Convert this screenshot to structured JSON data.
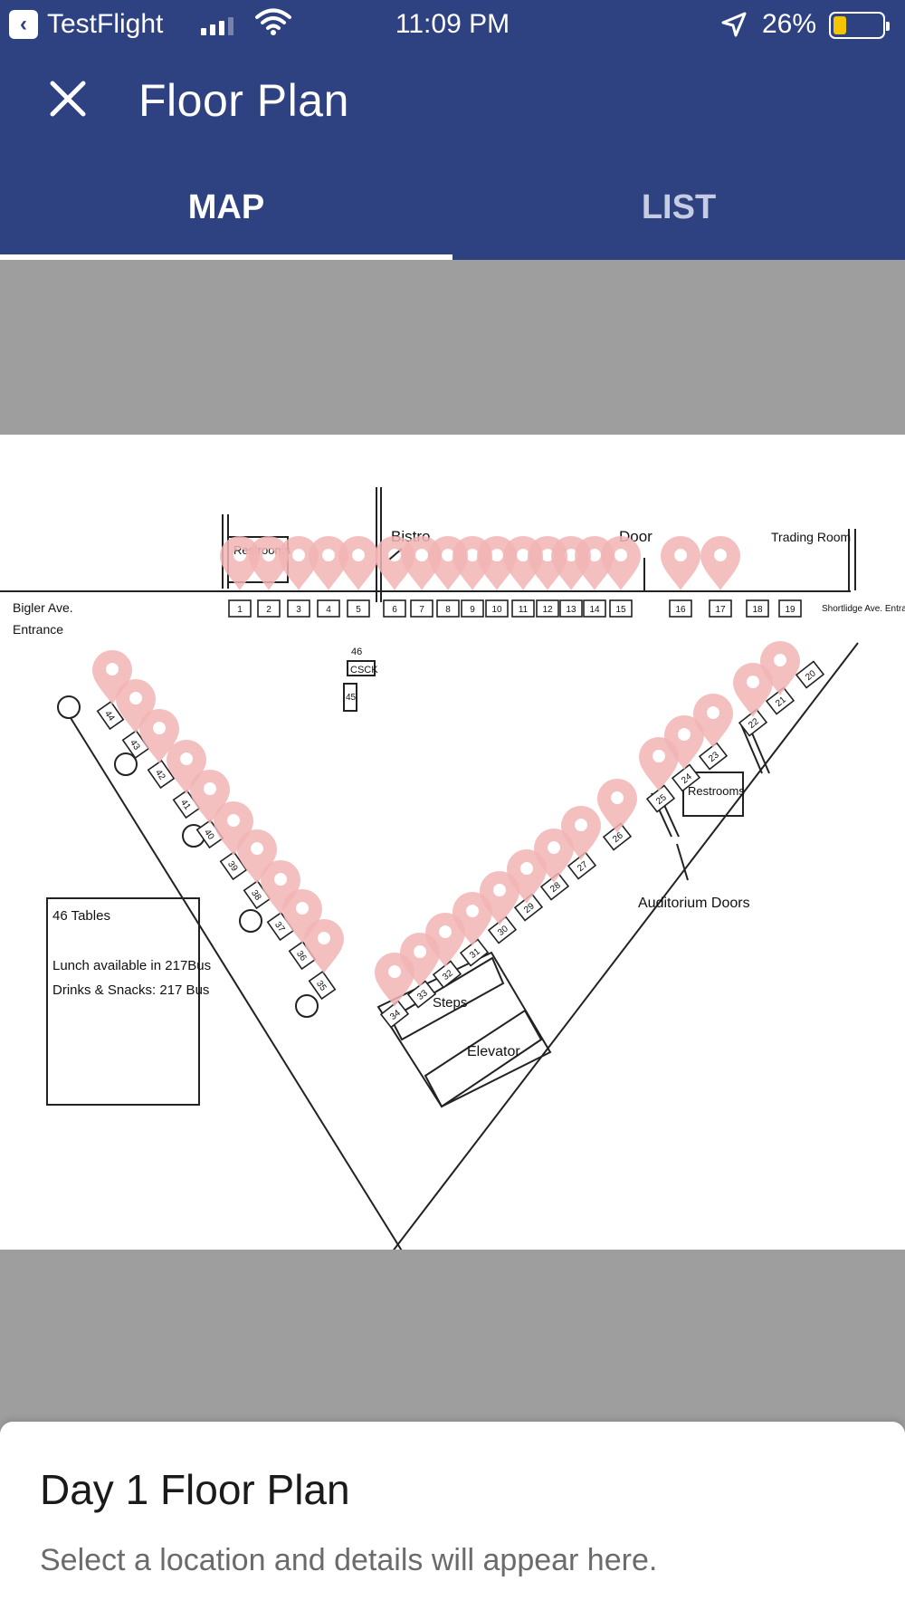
{
  "status_bar": {
    "back_app": "TestFlight",
    "time": "11:09 PM",
    "battery": "26%"
  },
  "header": {
    "title": "Floor Plan",
    "close_icon": "close-icon"
  },
  "tabs": [
    {
      "label": "MAP",
      "active": true
    },
    {
      "label": "LIST",
      "active": false
    }
  ],
  "map": {
    "labels": {
      "restrooms_top": "Restrooms",
      "bistro": "Bistro",
      "door": "Door",
      "trading_room": "Trading Room",
      "bigler": "Bigler Ave.",
      "entrance": "Entrance",
      "shortlidge": "Shortlidge Ave. Entrance",
      "csck": "CSCK",
      "restrooms_right": "Restrooms",
      "auditorium_doors": "Auditorium Doors",
      "steps": "Steps",
      "elevator": "Elevator"
    },
    "legend": {
      "line1": "46 Tables",
      "line2": "Lunch available in 217Bus",
      "line3": "Drinks & Snacks: 217 Bus"
    },
    "pin_color": "#f2b4b4"
  },
  "info": {
    "title": "Day 1 Floor Plan",
    "subtitle": "Select a location and details will appear here."
  },
  "colors": {
    "header_bg": "#2e4181",
    "map_bg": "#9e9e9e",
    "battery": "#f5c400"
  }
}
